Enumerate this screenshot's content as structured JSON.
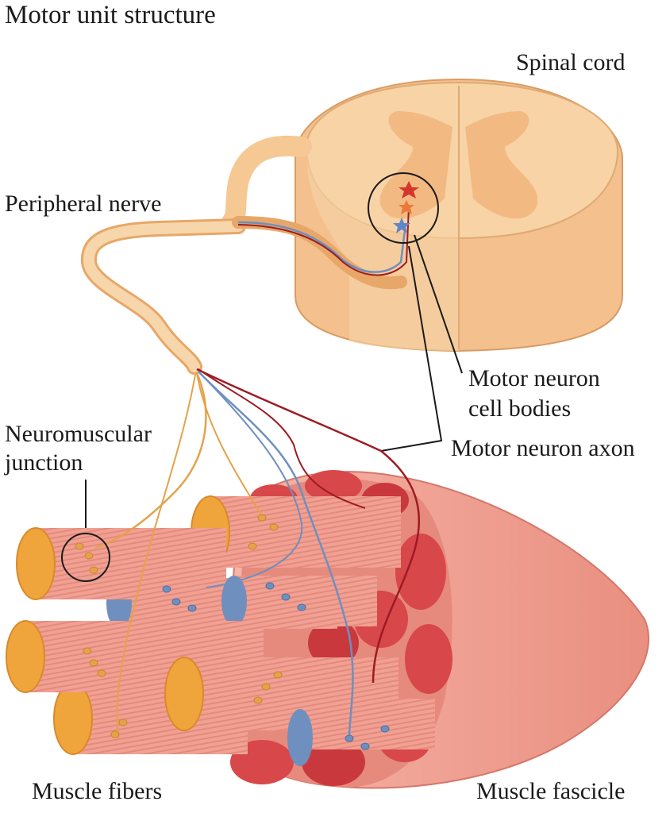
{
  "figure": {
    "title": "Motor unit structure",
    "labels": {
      "spinal_cord": "Spinal cord",
      "peripheral_nerve": "Peripheral nerve",
      "cell_bodies_line1": "Motor neuron",
      "cell_bodies_line2": "cell bodies",
      "axon": "Motor neuron axon",
      "nmj_line1": "Neuromuscular",
      "nmj_line2": "junction",
      "muscle_fibers": "Muscle fibers",
      "muscle_fascicle": "Muscle fascicle"
    }
  },
  "colors": {
    "cord_outer": "#f7d3a6",
    "cord_inner": "#f3b982",
    "nerve": "#f6c894",
    "fiber": "#f0a194",
    "fiber_end": "#f0a43c",
    "fascicle": "#ee9c8e",
    "fascicle_inner": "#d8474a",
    "axon_red": "#9e1b22",
    "axon_blue": "#6f8fbf",
    "axon_orange": "#e5a24a"
  }
}
